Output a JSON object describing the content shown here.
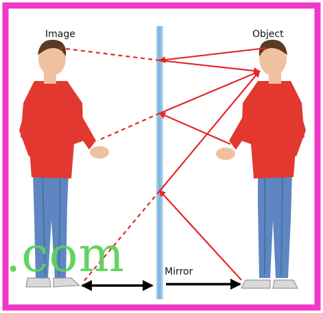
{
  "labels": {
    "image": "Image",
    "object": "Object",
    "mirror": "Mirror"
  },
  "watermark": ".com",
  "colors": {
    "border": "#ef39c8",
    "ray": "#e5262a",
    "mirror": "#7fb6e4",
    "shirt": "#e2382f",
    "jeans": "#5e86c0",
    "skin": "#f0c19e",
    "hair": "#5a3a24",
    "arrow": "#000000",
    "watermark": "#5ad15a"
  }
}
